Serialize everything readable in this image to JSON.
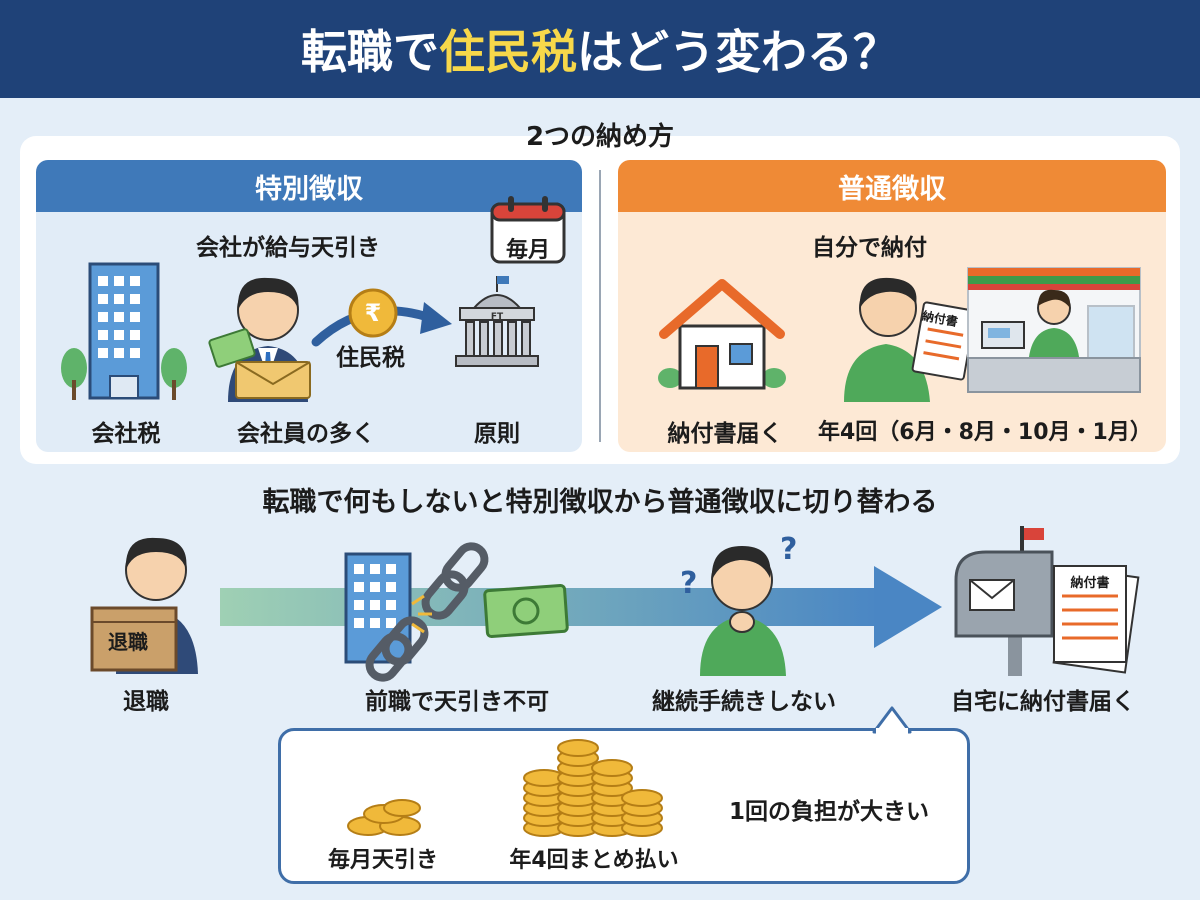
{
  "header": {
    "title_prefix": "転職で",
    "title_highlight": "住民税",
    "title_suffix": "はどう変わる？"
  },
  "subtitle": "2つの納め方",
  "special": {
    "heading": "特別徴収",
    "caption": "会社が給与天引き",
    "calendar": "毎月",
    "flow_label": "住民税",
    "labels": [
      "会社税",
      "会社員の多く",
      "原則"
    ],
    "bank_sign": "FT"
  },
  "ordinary": {
    "heading": "普通徴収",
    "caption": "自分で納付",
    "doc_label": "納付書",
    "labels": [
      "納付書届く",
      "年4回（6月・8月・10月・1月）"
    ]
  },
  "flow": {
    "title": "転職で何もしないと特別徴収から普通徴収に切り替わる",
    "box_label": "退職",
    "question": "?",
    "doc_label": "納付書",
    "steps": [
      "退職",
      "前職で天引き不可",
      "継続手続きしない",
      "自宅に納付書届く"
    ]
  },
  "compare": {
    "monthly": "毎月天引き",
    "quarterly": "年4回まとめ払い",
    "note": "1回の負担が大きい"
  },
  "colors": {
    "navy": "#1f4278",
    "blue": "#3f79b9",
    "orange": "#ef8a36",
    "highlight": "#f7d84a"
  }
}
